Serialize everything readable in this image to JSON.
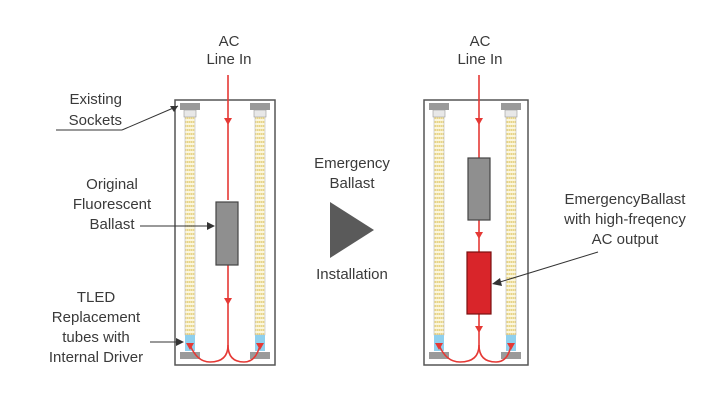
{
  "left": {
    "ac_line_in": [
      "AC",
      "Line In"
    ],
    "existing_sockets": [
      "Existing",
      "Sockets"
    ],
    "original_ballast": [
      "Original",
      "Fluorescent",
      "Ballast"
    ],
    "tled": [
      "TLED",
      "Replacement",
      "tubes with",
      "Internal Driver"
    ]
  },
  "middle": {
    "emergency_ballast": [
      "Emergency",
      "Ballast"
    ],
    "installation": "Installation"
  },
  "right": {
    "ac_line_in": [
      "AC",
      "Line In"
    ],
    "emergency_ballast_label": [
      "EmergencyBallast",
      "with high-freqency",
      "AC output"
    ]
  },
  "colors": {
    "wire": "#e53935",
    "old_ballast": "#8f8f8f",
    "new_ballast": "#d9252a",
    "fixture_border": "#555555",
    "tube_fill": "#fbf6dc",
    "tube_end": "#8fd0ee",
    "arrow": "#5a5a5a"
  }
}
